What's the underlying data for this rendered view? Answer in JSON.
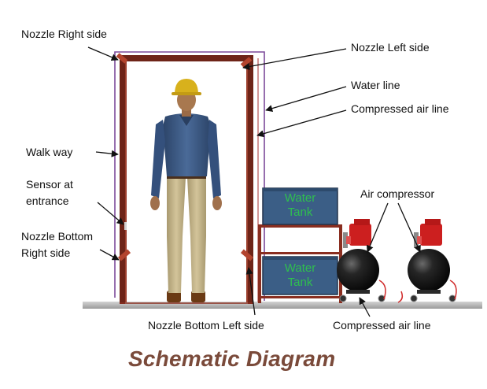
{
  "diagram": {
    "labels": {
      "nozzle_right_side": "Nozzle Right side",
      "nozzle_left_side": "Nozzle Left side",
      "water_line": "Water line",
      "compressed_air_line_top": "Compressed air line",
      "walk_way": "Walk way",
      "sensor_line1": "Sensor at",
      "sensor_line2": "entrance",
      "air_compressor": "Air compressor",
      "nozzle_bottom_right_line1": "Nozzle Bottom",
      "nozzle_bottom_right_line2": "Right side",
      "nozzle_bottom_left_side": "Nozzle Bottom Left side",
      "compressed_air_line_bottom": "Compressed air line"
    },
    "tanks": [
      {
        "line1": "Water",
        "line2": "Tank"
      },
      {
        "line1": "Water",
        "line2": "Tank"
      }
    ],
    "caption": "Schematic Diagram",
    "colors": {
      "frame": "#6e2418",
      "tank_fill": "#3b5e86",
      "tank_text": "#2fbf4f",
      "compressor_tank": "#141414",
      "compressor_motor": "#cc1f1f",
      "shirt": "#3c5a86",
      "pants": "#c9b98e",
      "helmet": "#d8b11c",
      "floor": "#b6b6b6",
      "caption": "#7a4a3a",
      "air_line": "#9a6fc0"
    }
  }
}
